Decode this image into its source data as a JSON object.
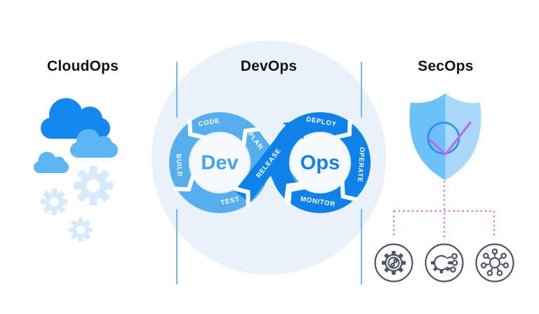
{
  "cloudops": {
    "title": "CloudOps",
    "icons": [
      "cloud-icon",
      "cloud-icon",
      "cloud-icon",
      "gear-icon",
      "gear-icon",
      "gear-icon"
    ]
  },
  "devops": {
    "title": "DevOps",
    "dev": "Dev",
    "ops": "Ops",
    "labels": {
      "plan": "PLAN",
      "code": "CODE",
      "build": "BUILD",
      "test": "TEST",
      "release": "RELEASE",
      "deploy": "DEPLOY",
      "operate": "OPERATE",
      "monitor": "MONITOR"
    }
  },
  "secops": {
    "title": "SecOps",
    "icons": [
      "shield-check-icon",
      "gear-circuit-icon",
      "gear-automation-icon",
      "network-hub-icon"
    ]
  },
  "colors": {
    "primary_blue": "#1287ee",
    "light_blue": "#57aeef",
    "pale_gear_blue": "#d7e9fc",
    "background_circle": "#e9f1fb",
    "separator_blue": "#74b6f1",
    "dotted_violet": "#d76ee6",
    "tool_icon_stroke": "#4d5265",
    "shield_left": "#6bc1f8",
    "shield_right": "#a9d8fb",
    "check_violet": "#c06ae8",
    "check_circle_blue": "#2b8fee",
    "title_text": "#13131f"
  }
}
